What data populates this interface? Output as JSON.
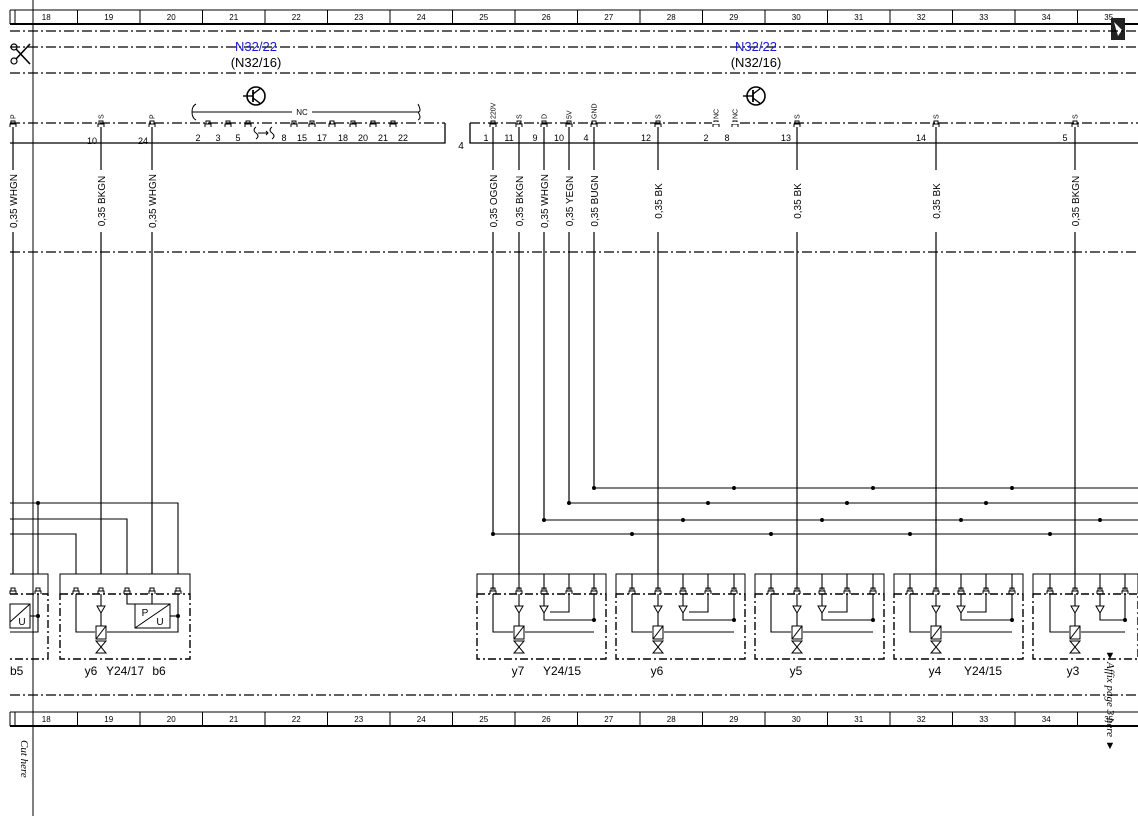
{
  "grid_numbers": [
    "18",
    "19",
    "20",
    "21",
    "22",
    "23",
    "24",
    "25",
    "26",
    "27",
    "28",
    "29",
    "30",
    "31",
    "32",
    "33",
    "34",
    "35"
  ],
  "components": {
    "left_id": "N32/22",
    "left_sub": "(N32/16)",
    "right_id": "N32/22",
    "right_sub": "(N32/16)"
  },
  "nc_label": "NC",
  "connector_left": {
    "edge_pins": [
      "P"
    ],
    "pins": [
      {
        "num": "10",
        "type": "S"
      },
      {
        "num": "24",
        "type": "P"
      }
    ],
    "nc_pins": [
      "2",
      "3",
      "5",
      "8",
      "15",
      "17",
      "18",
      "20",
      "21",
      "22"
    ],
    "count": "4"
  },
  "connector_right": {
    "pins": [
      {
        "num": "1",
        "type": "220V"
      },
      {
        "num": "11",
        "type": "S"
      },
      {
        "num": "9",
        "type": "D"
      },
      {
        "num": "10",
        "type": "5V"
      },
      {
        "num": "4",
        "type": "GND"
      },
      {
        "num": "12",
        "type": "S"
      },
      {
        "num": "2",
        "type": "NC"
      },
      {
        "num": "8",
        "type": "NC"
      },
      {
        "num": "13",
        "type": "S"
      },
      {
        "num": "14",
        "type": "S"
      },
      {
        "num": "5",
        "type": "S"
      }
    ]
  },
  "wires": [
    "0,35 WHGN",
    "0,35 BKGN",
    "0,35 WHGN",
    "0,35 OGGN",
    "0,35 BKGN",
    "0,35 WHGN",
    "0,35 YEGN",
    "0,35 BUGN",
    "0,35 BK",
    "0,35 BK",
    "0,35 BK",
    "0,35 BKGN"
  ],
  "module_labels": {
    "b5": "b5",
    "y6_left": "y6",
    "y24_17": "Y24/17",
    "b6": "b6",
    "y7": "y7",
    "y24_15a": "Y24/15",
    "y6": "y6",
    "y5": "y5",
    "y4": "y4",
    "y24_15b": "Y24/15",
    "y3": "y3"
  },
  "sensor_letters": {
    "p": "P",
    "u": "U"
  },
  "cut_here": "Cut here",
  "affix": "▼Affix page 3 here ▼"
}
